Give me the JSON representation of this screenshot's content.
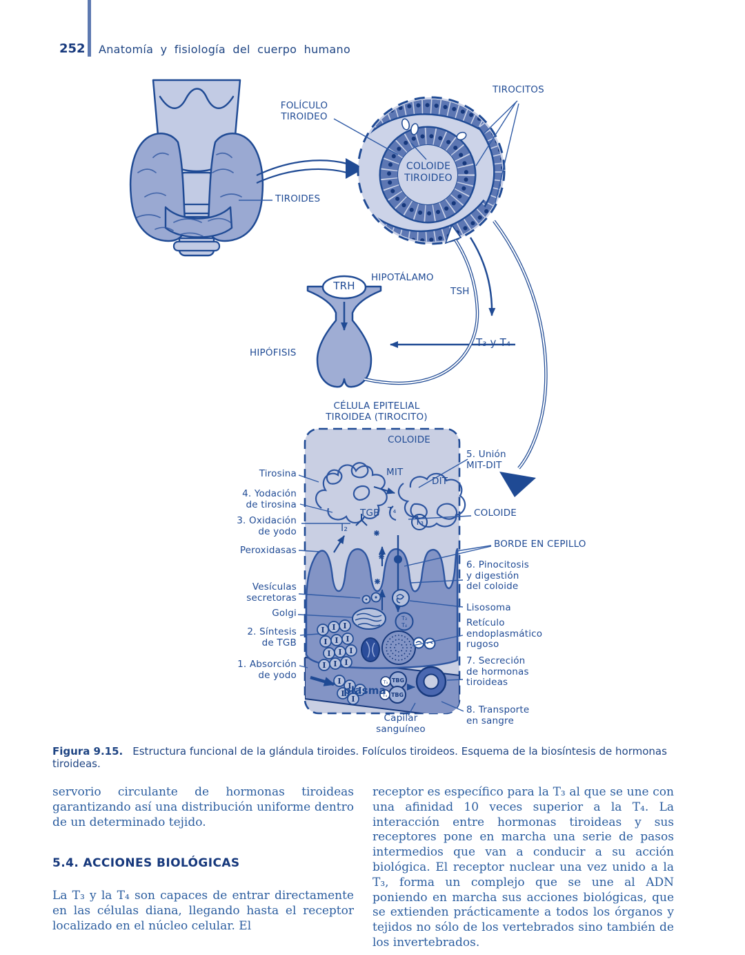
{
  "page": {
    "number": "252",
    "title": "Anatomía y fisiología del cuerpo humano"
  },
  "figure": {
    "gland": {
      "foliculo": "FOLÍCULO\nTIROIDEO",
      "tiroides": "TIROIDES",
      "tirocitos": "TIROCITOS",
      "coloide": "COLOIDE\nTIROIDEO"
    },
    "axis": {
      "trh": "TRH",
      "hipotalamo": "HIPOTÁLAMO",
      "tsh": "TSH",
      "hipofisis": "HIPÓFISIS",
      "t3t4": "T₃ y T₄"
    },
    "cell": {
      "title": "CÉLULA EPITELIAL\nTIROIDEA (TIROCITO)",
      "coloide_top": "COLOIDE",
      "left_labels": [
        "Tirosina",
        "4. Yodación\nde tirosina",
        "3. Oxidación\nde yodo",
        "Peroxidasas",
        "Vesículas\nsecretoras",
        "Golgi",
        "2. Síntesis\nde TGB",
        "1. Absorción\nde yodo"
      ],
      "right_labels": [
        "5. Unión\nMIT-DIT",
        "COLOIDE",
        "BORDE EN CEPILLO",
        "6. Pinocitosis\ny digestión\ndel coloide",
        "Lisosoma",
        "Retículo\nendoplasmático\nrugoso",
        "7. Secreción\nde hormonas\ntiroideas",
        "8. Transporte\nen sangre"
      ],
      "capilar": "Capilar\nsanguíneo",
      "mit": "MIT",
      "dit": "DIT",
      "tgb": "TGB",
      "t3": "T₃",
      "t4": "T₄",
      "i2": "I₂",
      "iodide": "I",
      "plasma": "plasma",
      "tbg": "TBG"
    }
  },
  "caption": {
    "label": "Figura 9.15.",
    "text": "Estructura funcional de la glándula tiroides. Folículos tiroideos. Esquema de la biosíntesis de hormonas tiroideas."
  },
  "body": {
    "col_left_p1": "servorio circulante de hormonas tiroideas garantizando así una distribución uniforme dentro de un determinado tejido.",
    "heading": "5.4.  ACCIONES BIOLÓGICAS",
    "col_left_p2": "La T₃ y la T₄ son capaces de entrar directamente en las células diana, llegando hasta el receptor localizado en el núcleo celular. El",
    "col_right_p1": "receptor es específico para la T₃ al que se une con una afinidad 10 veces superior a la T₄. La interacción entre hormonas tiroideas y sus receptores pone en marcha una serie de pasos intermedios que van a conducir a su acción biológica. El receptor nuclear una vez unido a la T₃, forma un complejo que se une al ADN poniendo en marcha sus acciones biológicas, que se extienden prácticamente a todos los órganos y tejidos no sólo de los vertebrados sino también de los invertebrados."
  },
  "colors": {
    "navy": "#16387c",
    "label_blue": "#1f4a94",
    "body_blue": "#2b5d9f",
    "panel_bg": "#c9cfe3",
    "cell_fill": "#8394c5",
    "follicle_cells": "#5d77b3",
    "gland_light": "#c2cbe4",
    "gland_mid": "#9aa9d2"
  }
}
